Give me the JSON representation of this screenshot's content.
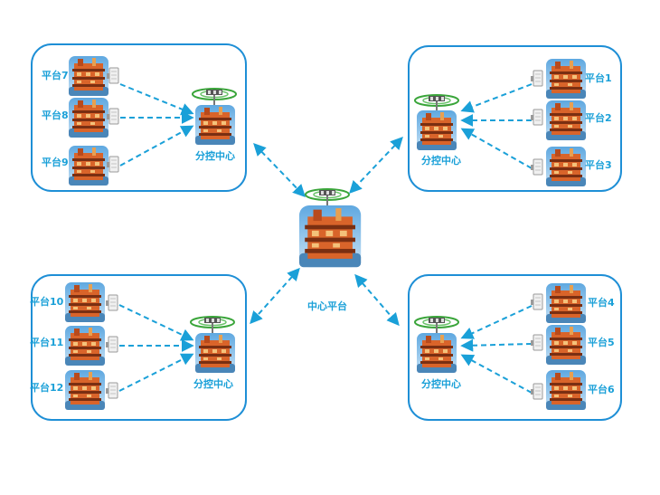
{
  "colors": {
    "accent": "#1aa0d8",
    "box_border": "#1e8fd6",
    "platform_orange": "#d9642a",
    "antenna_ring": "#3aa53a"
  },
  "center": {
    "label": "中心平台"
  },
  "groups": [
    {
      "hub_label": "分控中心",
      "platforms": [
        {
          "label": "平台7"
        },
        {
          "label": "平台8"
        },
        {
          "label": "平台9"
        }
      ]
    },
    {
      "hub_label": "分控中心",
      "platforms": [
        {
          "label": "平台1"
        },
        {
          "label": "平台2"
        },
        {
          "label": "平台3"
        }
      ]
    },
    {
      "hub_label": "分控中心",
      "platforms": [
        {
          "label": "平台10"
        },
        {
          "label": "平台11"
        },
        {
          "label": "平台12"
        }
      ]
    },
    {
      "hub_label": "分控中心",
      "platforms": [
        {
          "label": "平台4"
        },
        {
          "label": "平台5"
        },
        {
          "label": "平台6"
        }
      ]
    }
  ]
}
